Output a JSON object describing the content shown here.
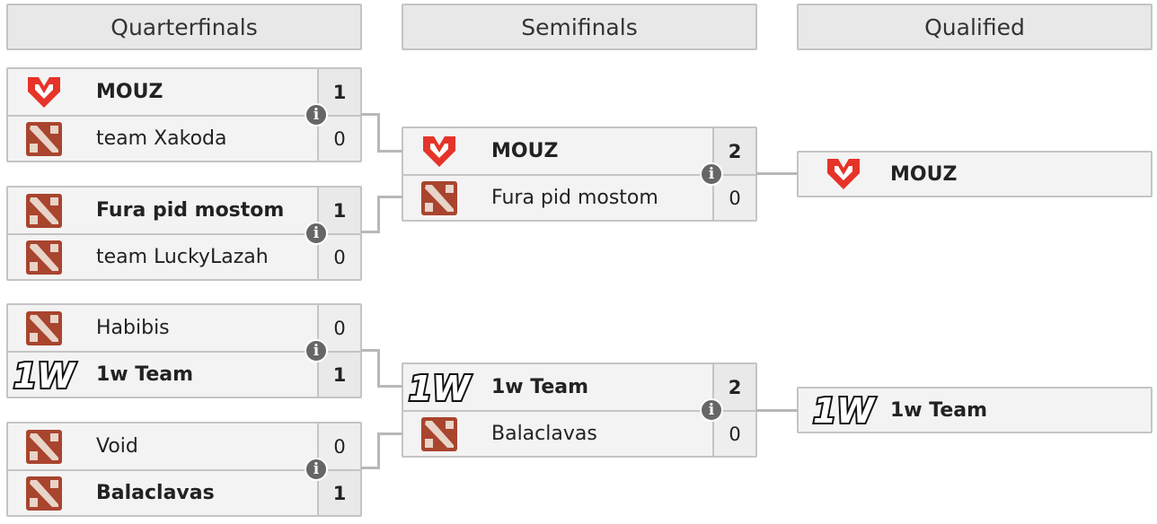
{
  "headers": {
    "quarterfinals": "Quarterfinals",
    "semifinals": "Semifinals",
    "qualified": "Qualified"
  },
  "icons": {
    "mouz": "mouz-logo-icon",
    "dota": "dota-logo-icon",
    "onew": "1w-logo-icon",
    "info": "info-icon"
  },
  "colors": {
    "mouz_red": "#e63329",
    "dota_red": "#a9442e",
    "info_grey": "#666666"
  },
  "quarterfinals": [
    {
      "team1": {
        "name": "MOUZ",
        "score": "1",
        "logo": "mouz",
        "winner": true
      },
      "team2": {
        "name": "team Xakoda",
        "score": "0",
        "logo": "dota",
        "winner": false
      }
    },
    {
      "team1": {
        "name": "Fura pid mostom",
        "score": "1",
        "logo": "dota",
        "winner": true
      },
      "team2": {
        "name": "team LuckyLazah",
        "score": "0",
        "logo": "dota",
        "winner": false
      }
    },
    {
      "team1": {
        "name": "Habibis",
        "score": "0",
        "logo": "dota",
        "winner": false
      },
      "team2": {
        "name": "1w Team",
        "score": "1",
        "logo": "onew",
        "winner": true
      }
    },
    {
      "team1": {
        "name": "Void",
        "score": "0",
        "logo": "dota",
        "winner": false
      },
      "team2": {
        "name": "Balaclavas",
        "score": "1",
        "logo": "dota",
        "winner": true
      }
    }
  ],
  "semifinals": [
    {
      "team1": {
        "name": "MOUZ",
        "score": "2",
        "logo": "mouz",
        "winner": true
      },
      "team2": {
        "name": "Fura pid mostom",
        "score": "0",
        "logo": "dota",
        "winner": false
      }
    },
    {
      "team1": {
        "name": "1w Team",
        "score": "2",
        "logo": "onew",
        "winner": true
      },
      "team2": {
        "name": "Balaclavas",
        "score": "0",
        "logo": "dota",
        "winner": false
      }
    }
  ],
  "qualified": [
    {
      "name": "MOUZ",
      "logo": "mouz"
    },
    {
      "name": "1w Team",
      "logo": "onew"
    }
  ]
}
